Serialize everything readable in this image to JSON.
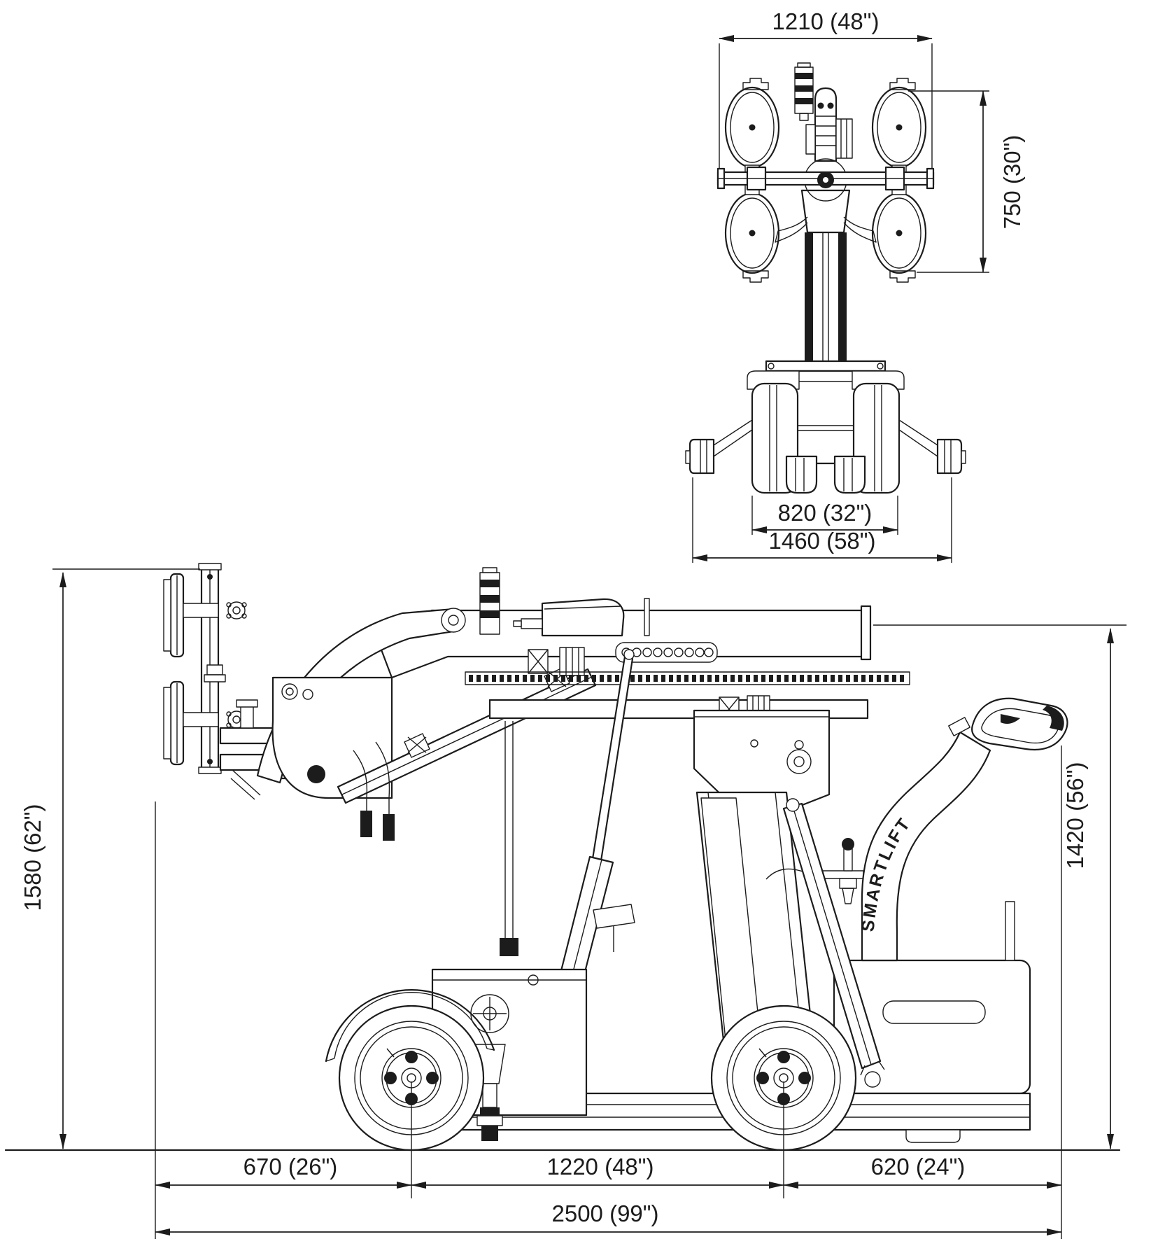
{
  "colors": {
    "line": "#1c1c1c",
    "background": "#ffffff"
  },
  "brand": {
    "label": "SMARTLIFT"
  },
  "top_view": {
    "overall_width": "1210 (48\")",
    "suction_frame_height": "750 (30\")",
    "wheel_track_width": "820 (32\")",
    "outrigger_track_width": "1460 (58\")"
  },
  "side_view": {
    "lift_frame_height": "1580 (62\")",
    "handle_height": "1420 (56\")",
    "front_wheel_offset": "670 (26\")",
    "wheelbase": "1220 (48\")",
    "rear_wheel_offset": "620 (24\")",
    "overall_length": "2500 (99\")"
  }
}
